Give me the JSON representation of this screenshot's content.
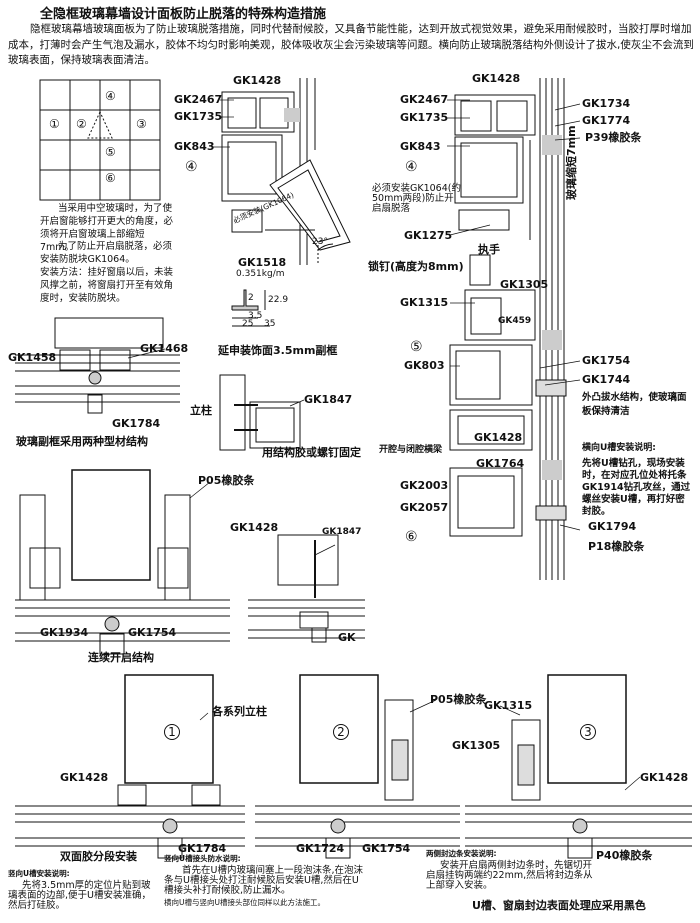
{
  "title": "全隐框玻璃幕墙设计面板防止脱落的特殊构造措施",
  "intro": "隐框玻璃幕墙玻璃面板为了防止玻璃脱落措施，同时代替耐候胶，又具备节能性能，达到开放式视觉效果，避免采用耐候胶时，当胶打厚时增加成本，打薄时会产生气泡及漏水，胶体不均匀时影响美观，胶体吸收灰尘会污染玻璃等问题。横向防止玻璃脱落结构外侧设计了拔水,使灰尘不会流到玻璃表面，保持玻璃表面清洁。",
  "grid_numbers": [
    "①",
    "②",
    "④",
    "③",
    "⑤",
    "⑥"
  ],
  "para_window": "当采用中空玻璃时，为了使开启窗能够打开更大的角度，必须将开启窗玻璃上部缩短7mm。",
  "para_block": "为了防止开启扇脱落，必须安装防脱块GK1064。",
  "para_method": "安装方法：挂好窗扇以后，未装风撑之前，将窗扇打开至有效角度时，安装防脱块。",
  "section_top": {
    "labels": [
      "GK1428",
      "GK2467",
      "GK1735",
      "GK843"
    ],
    "marker": "④",
    "note": "必须安装(GK1064)",
    "angle": "23°"
  },
  "profile": {
    "code": "GK1518",
    "weight": "0.351kg/m",
    "dims": [
      "2",
      "3.5",
      "22.9",
      "25",
      "35"
    ],
    "caption": "延申装饰面3.5mm副框"
  },
  "section_right": {
    "labels": [
      "GK1428",
      "GK2467",
      "GK1734",
      "GK1735",
      "GK1774",
      "P39橡胶条",
      "GK843",
      "GK1275",
      "执手",
      "锁钉(高度为8mm)",
      "GK1305",
      "GK1315",
      "GK459",
      "GK1754",
      "GK803",
      "GK1744",
      "GK1428",
      "开腔与闭腔横梁",
      "GK1764",
      "GK2003",
      "GK2057",
      "GK1794",
      "P18橡胶条"
    ],
    "markers": [
      "④",
      "⑤",
      "⑥"
    ],
    "note_block": "必须安装GK1064(约50mm两段)防止开启扇脱落",
    "vertical_text": "玻璃缩短7mm",
    "drainage": "外凸拔水结构，使玻璃面板保持清洁",
    "u_channel_title": "横向U槽安装说明:",
    "u_channel_text": "先将U槽钻孔，现场安装时，在对应孔位处将托条GK1914钻孔攻丝，通过螺丝安装U槽，再打好密封胶。"
  },
  "section_glass_sub": {
    "labels": [
      "GK1458",
      "GK1468",
      "GK1784"
    ],
    "caption": "玻璃副框采用两种型材结构"
  },
  "section_mullion": {
    "labels": [
      "立柱",
      "GK1847"
    ],
    "caption": "用结构胶或螺钉固定"
  },
  "section_continuous": {
    "labels": [
      "P05橡胶条",
      "GK1934",
      "GK1754"
    ],
    "caption": "连续开启结构"
  },
  "section_small": {
    "labels": [
      "GK1428",
      "GK1847",
      "GK"
    ]
  },
  "bottom": {
    "labels": [
      "各系列立柱",
      "P05橡胶条",
      "GK1315",
      "GK1305",
      "GK1428",
      "GK1428",
      "GK1784",
      "GK1724",
      "GK1754",
      "P40橡胶条"
    ],
    "markers": [
      "1",
      "2",
      "3"
    ],
    "caption_1": "双面胶分段安装",
    "note_1_title": "竖向U槽安装说明:",
    "note_1_text": "先将3.5mm厚的定位片贴到玻璃表面的边部,便于U槽安装准确，然后打硅胶。",
    "note_2_title": "竖向U槽接头防水说明:",
    "note_2_text": "首先在U槽内玻璃间塞上一段泡沫条,在泡沫条与U槽接头处打注耐候胶后安装U槽,然后在U槽接头补打耐候胶,防止漏水。",
    "note_2_line": "横向U槽与竖向U槽接头部位同样以此方法施工。",
    "note_3_title": "两侧封边条安装说明:",
    "note_3_text": "安装开启扇两侧封边条时，先锯切开启扇挂钩两端约22mm,然后将封边条从上部穿入安装。",
    "caption_3": "U槽、窗扇封边表面处理应采用黑色"
  }
}
